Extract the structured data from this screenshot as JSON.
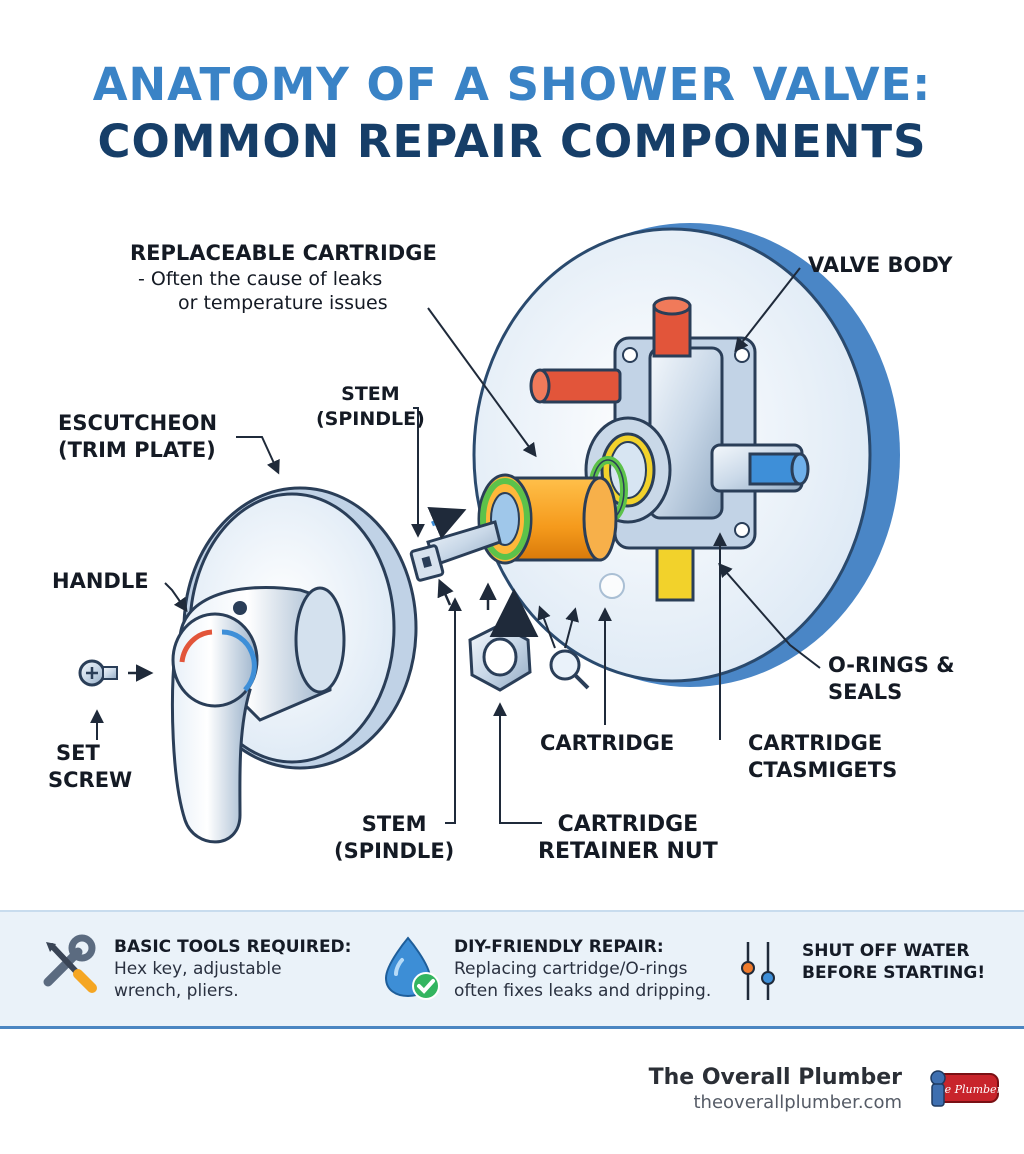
{
  "title": {
    "line1": "ANATOMY OF A SHOWER VALVE:",
    "line2": "COMMON REPAIR COMPONENTS"
  },
  "labels": {
    "replaceable_cartridge": "REPLACEABLE CARTRIDGE",
    "replaceable_cartridge_note_1": "- Often the cause of leaks",
    "replaceable_cartridge_note_2": "or temperature issues",
    "valve_body": "VALVE BODY",
    "stem_top_1": "STEM",
    "stem_top_2": "(SPINDLE)",
    "escutcheon_1": "ESCUTCHEON",
    "escutcheon_2": "(TRIM PLATE)",
    "handle": "HANDLE",
    "set_screw_1": "SET",
    "set_screw_2": "SCREW",
    "o_rings_1": "O-RINGS &",
    "o_rings_2": "SEALS",
    "cartridge": "CARTRIDGE",
    "cartridge_gaskets_1": "CARTRIDGE",
    "cartridge_gaskets_2": "CTASMIGETS",
    "stem_bottom_1": "STEM",
    "stem_bottom_2": "(SPINDLE)",
    "retainer_1": "CARTRIDGE",
    "retainer_2": "RETAINER NUT"
  },
  "tips": [
    {
      "icon": "tools-icon",
      "heading": "BASIC TOOLS REQUIRED:",
      "line1": "Hex key, adjustable",
      "line2": "wrench, pliers."
    },
    {
      "icon": "water-drop-check-icon",
      "heading": "DIY-FRIENDLY REPAIR:",
      "line1": "Replacing cartridge/O-rings",
      "line2": "often fixes leaks and dripping."
    },
    {
      "icon": "shutoff-valve-icon",
      "heading": "SHUT OFF WATER",
      "line2": "BEFORE STARTING!"
    }
  ],
  "brand": {
    "name": "The Overall Plumber",
    "url": "theoverallplumber.com",
    "logo_text": "The Plumber"
  },
  "colors": {
    "title_light": "#3a83c6",
    "title_dark": "#163e68",
    "cartridge_orange": "#f59a1c",
    "hot_red": "#e2553a",
    "cold_blue": "#3e8fd8",
    "seal_green": "#5cc24a",
    "seal_yellow": "#f2d22b"
  }
}
